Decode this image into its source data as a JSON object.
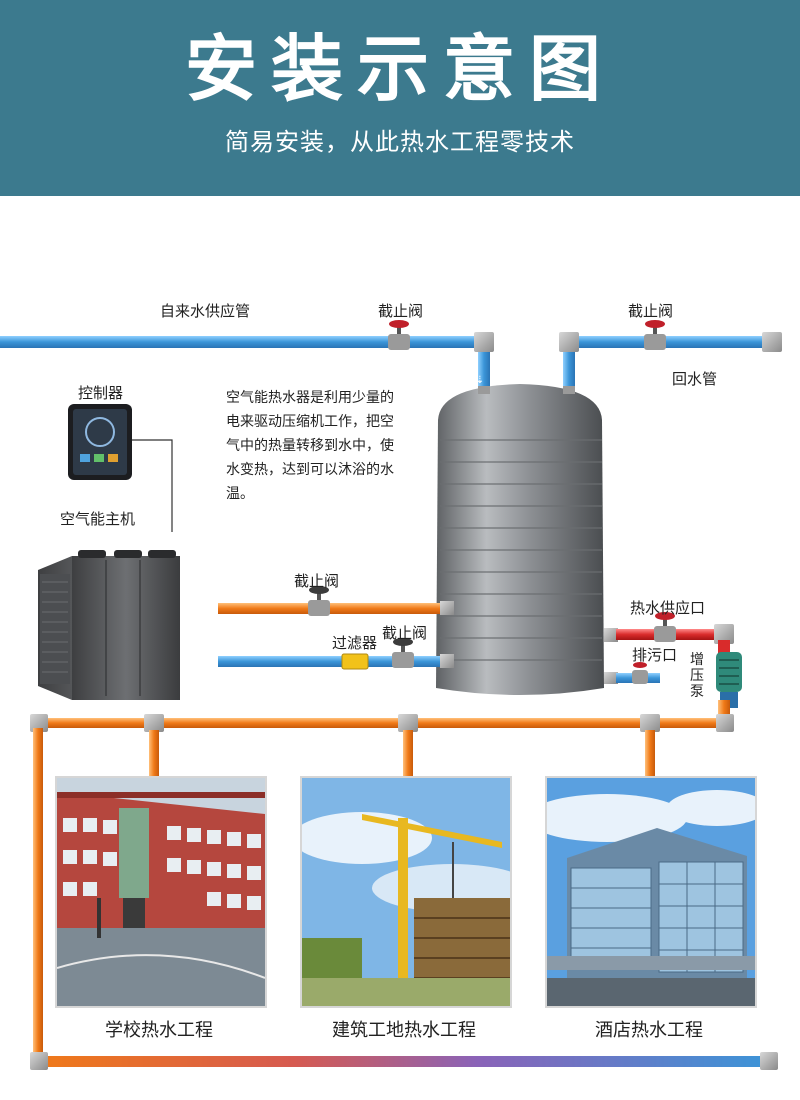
{
  "header": {
    "title": "安装示意图",
    "subtitle": "简易安装，从此热水工程零技术"
  },
  "labels": {
    "water_supply_pipe": "自来水供应管",
    "valve_top_middle": "截止阀",
    "valve_top_right": "截止阀",
    "return_pipe": "回水管",
    "controller": "控制器",
    "host_unit": "空气能主机",
    "valve_orange": "截止阀",
    "filter": "过滤器",
    "valve_blue": "截止阀",
    "hot_water_outlet": "热水供应口",
    "drain_outlet": "排污口",
    "booster_pump": "增压泵"
  },
  "description": "空气能热水器是利用少量的电来驱动压缩机工作，把空气中的热量转移到水中，使水变热，达到可以沐浴的水温。",
  "applications": [
    {
      "caption": "学校热水工程"
    },
    {
      "caption": "建筑工地热水工程"
    },
    {
      "caption": "酒店热水工程"
    }
  ],
  "colors": {
    "header_bg": "#3c7a8e",
    "cold_pipe": "#4fa3de",
    "hot_pipe": "#ef7a1c",
    "hot_supply_pipe": "#d92b2b",
    "valve_red": "#c0202a",
    "tank": "#8a8d90"
  }
}
